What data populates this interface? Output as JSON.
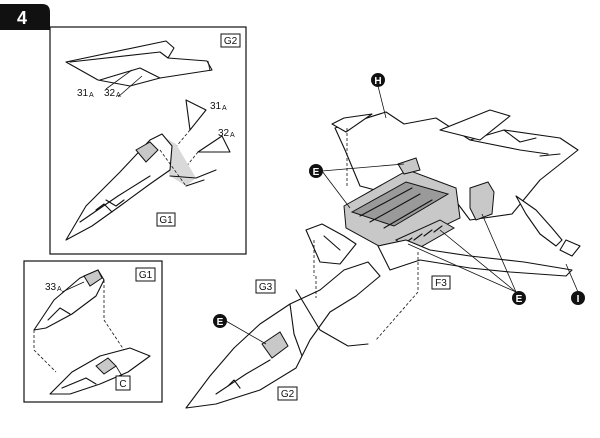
{
  "step": {
    "number": "4"
  },
  "inset_top": {
    "tag": "G2",
    "parts": [
      {
        "num": "31",
        "suffix": "A"
      },
      {
        "num": "32",
        "suffix": "A"
      },
      {
        "num": "31",
        "suffix": "A"
      },
      {
        "num": "32",
        "suffix": "A"
      }
    ],
    "tag_bottom": "G1"
  },
  "inset_bottom": {
    "tag": "G1",
    "part": {
      "num": "33",
      "suffix": "A"
    },
    "tag_c": "C"
  },
  "main": {
    "tags": {
      "g3": "G3",
      "f3": "F3",
      "g2": "G2"
    },
    "callouts": {
      "h": "H",
      "e1": "E",
      "e2": "E",
      "e3": "E",
      "i": "I"
    }
  }
}
